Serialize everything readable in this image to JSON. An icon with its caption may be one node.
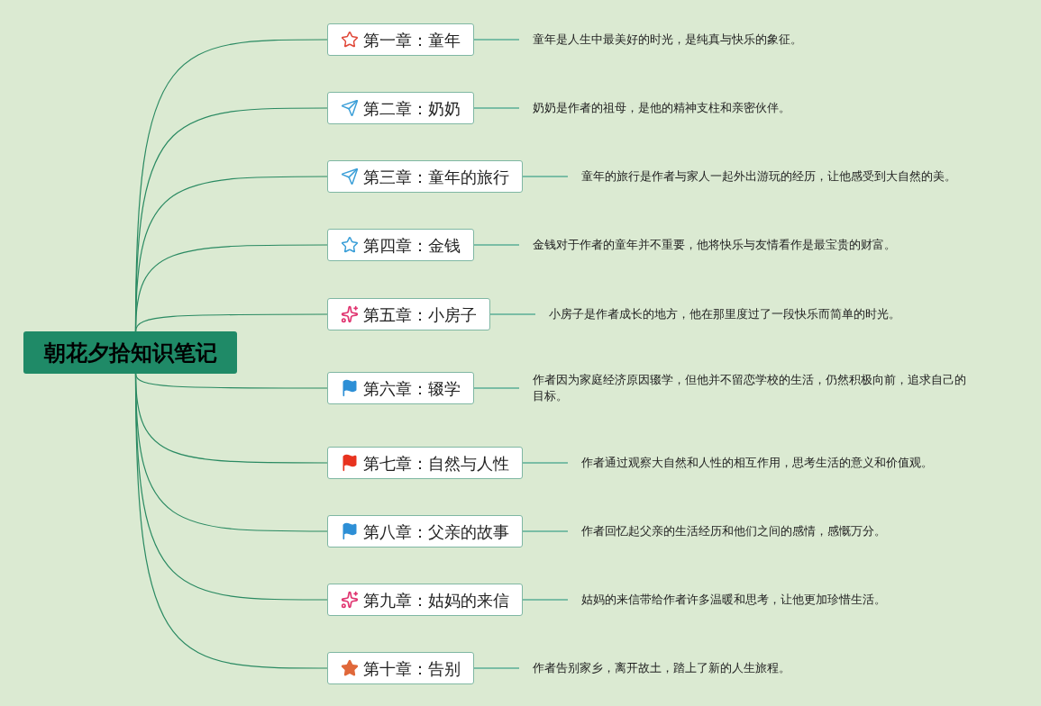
{
  "diagram": {
    "nodes": [
      {
        "text": [
          "朝花夕拾知识笔记"
        ]
      },
      {
        "text": [
          "第一章：童年"
        ]
      },
      {
        "text": [
          "第二章：奶奶"
        ]
      },
      {
        "text": [
          "第三章：童年的旅行"
        ]
      },
      {
        "text": [
          "第四章：金钱"
        ]
      },
      {
        "text": [
          "第五章：小房子"
        ]
      },
      {
        "text": [
          "第六章：辍学"
        ]
      },
      {
        "text": [
          "第七章：自然与人性"
        ]
      },
      {
        "text": [
          "第八章：父亲的故事"
        ]
      },
      {
        "text": [
          "第九章：姑妈的来信"
        ]
      },
      {
        "text": [
          "第十章：告别"
        ]
      },
      {
        "text": [
          "童年是人生中最美好的时光，是纯真与快乐的象征。"
        ]
      },
      {
        "text": [
          "奶奶是作者的祖母，是他的精神支柱和亲密伙伴。"
        ]
      },
      {
        "text": [
          "童年的旅行是作者与家人一起外出游玩的经历，让他感受到大自然的美。"
        ]
      },
      {
        "text": [
          "金钱对于作者的童年并不重要，他将快乐与友情看作是最宝贵的财富。"
        ]
      },
      {
        "text": [
          "小房子是作者成长的地方，他在那里度过了一段快乐而简单的时光。"
        ]
      },
      {
        "text": [
          "作者因为家庭经济原因辍学，但他并不留恋学校的生活，仍然积极向前，追求自己的目标。"
        ]
      },
      {
        "text": [
          "作者通过观察大自然和人性的相互作用，思考生活的意义和价值观。"
        ]
      },
      {
        "text": [
          "作者回忆起父亲的生活经历和他们之间的感情，感慨万分。"
        ]
      },
      {
        "text": [
          "姑妈的来信带给作者许多温暖和思考，让他更加珍惜生活。"
        ]
      },
      {
        "text": [
          "作者告别家乡，离开故土，踏上了新的人生旅程。"
        ]
      }
    ],
    "edges": [
      {
        "from": 0,
        "to": 1,
        "arrow": "none"
      },
      {
        "from": 0,
        "to": 2,
        "arrow": "none"
      },
      {
        "from": 0,
        "to": 3,
        "arrow": "none"
      },
      {
        "from": 0,
        "to": 4,
        "arrow": "none"
      },
      {
        "from": 0,
        "to": 5,
        "arrow": "none"
      },
      {
        "from": 0,
        "to": 6,
        "arrow": "none"
      },
      {
        "from": 0,
        "to": 7,
        "arrow": "none"
      },
      {
        "from": 0,
        "to": 8,
        "arrow": "none"
      },
      {
        "from": 0,
        "to": 9,
        "arrow": "none"
      },
      {
        "from": 0,
        "to": 10,
        "arrow": "none"
      },
      {
        "from": 1,
        "to": 11,
        "arrow": "none"
      },
      {
        "from": 2,
        "to": 12,
        "arrow": "none"
      },
      {
        "from": 3,
        "to": 13,
        "arrow": "none"
      },
      {
        "from": 4,
        "to": 14,
        "arrow": "none"
      },
      {
        "from": 5,
        "to": 15,
        "arrow": "none"
      },
      {
        "from": 6,
        "to": 16,
        "arrow": "none"
      },
      {
        "from": 7,
        "to": 17,
        "arrow": "none"
      },
      {
        "from": 8,
        "to": 18,
        "arrow": "none"
      },
      {
        "from": 9,
        "to": 19,
        "arrow": "none"
      },
      {
        "from": 10,
        "to": 20,
        "arrow": "none"
      }
    ]
  }
}
